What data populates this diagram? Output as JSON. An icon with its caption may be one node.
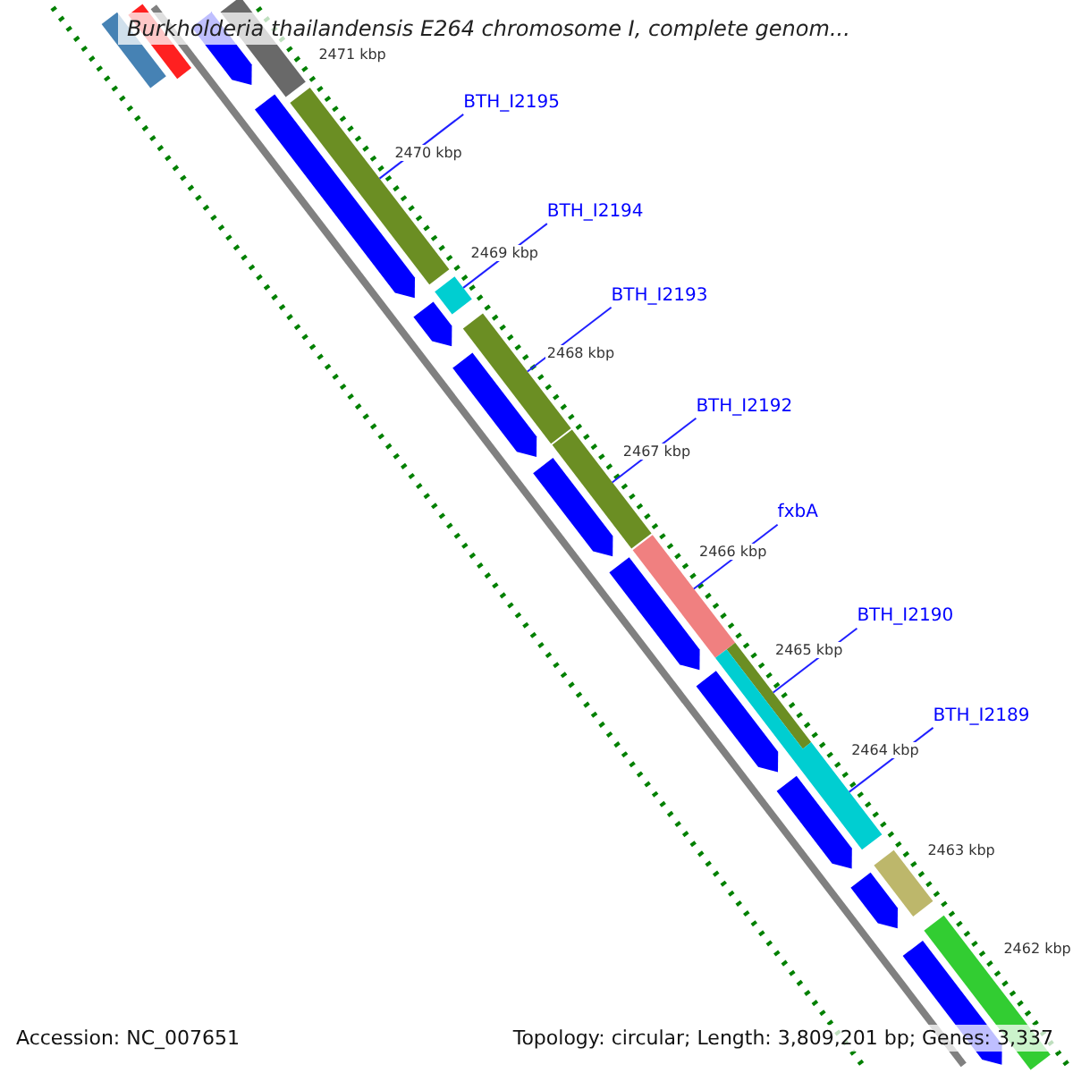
{
  "diagram": {
    "title": "Burkholderia thailandensis E264 chromosome I, complete genom...",
    "nodes": [
      {
        "text": [
          "BTH_I2195"
        ]
      },
      {
        "text": [
          "BTH_I2194"
        ]
      },
      {
        "text": [
          "BTH_I2193"
        ]
      },
      {
        "text": [
          "BTH_I2192"
        ]
      },
      {
        "text": [
          "fxbA"
        ]
      },
      {
        "text": [
          "BTH_I2190"
        ]
      },
      {
        "text": [
          "BTH_I2189"
        ]
      },
      {
        "text": [],
        "shape": "bar"
      },
      {
        "text": [],
        "shape": "bar"
      },
      {
        "text": [],
        "shape": "bar"
      },
      {
        "text": [],
        "shape": "bar"
      },
      {
        "text": [],
        "shape": "bar"
      },
      {
        "text": [],
        "shape": "bar"
      },
      {
        "text": [],
        "shape": "bar"
      }
    ],
    "edges": [
      {
        "from": 0,
        "to": 7,
        "arrow": "none"
      },
      {
        "from": 1,
        "to": 8,
        "arrow": "none"
      },
      {
        "from": 2,
        "to": 9,
        "arrow": "none"
      },
      {
        "from": 3,
        "to": 10,
        "arrow": "none"
      },
      {
        "from": 4,
        "to": 11,
        "arrow": "none"
      },
      {
        "from": 5,
        "to": 12,
        "arrow": "none"
      },
      {
        "from": 6,
        "to": 13,
        "arrow": "none"
      }
    ],
    "labels": [
      "2471 kbp",
      "2470 kbp",
      "2469 kbp",
      "2468 kbp",
      "2467 kbp",
      "2466 kbp",
      "2465 kbp",
      "2464 kbp",
      "2463 kbp",
      "2462 kbp",
      "Accession: NC_007651",
      "Topology: circular; Length: 3,809,201 bp; Genes: 3,337"
    ]
  }
}
